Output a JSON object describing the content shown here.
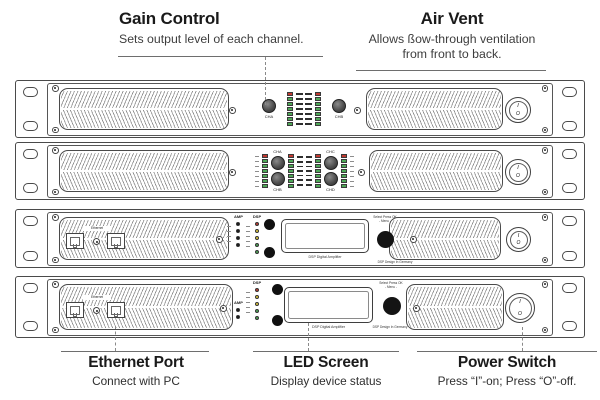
{
  "callouts": {
    "gain_control": {
      "title": "Gain Control",
      "desc": "Sets output level of each channel."
    },
    "air_vent": {
      "title": "Air Vent",
      "desc_line1": "Allows ßow-through ventilation",
      "desc_line2": "from front to back."
    },
    "ethernet_port": {
      "title": "Ethernet Port",
      "desc": "Connect with PC"
    },
    "led_screen": {
      "title": "LED Screen",
      "desc": "Display device status"
    },
    "power_switch": {
      "title": "Power Switch",
      "desc": "Press “I”-on; Press “O”-off."
    }
  },
  "panels": {
    "amp_2ch": {
      "knob_a": "CHA",
      "knob_b": "CHB"
    },
    "amp_4ch": {
      "knob_a": "CHA",
      "knob_b": "CHB",
      "knob_c": "CHC",
      "knob_d": "CHD"
    },
    "dsp_amp": {
      "amp_header": "AMP",
      "dsp_header": "DSP",
      "ethernet_label": "Ethernet",
      "screen_caption": "DSP Digital Amplifier",
      "encoder_caption_line1": "Select Press OK",
      "encoder_caption_line2": "- Menu -",
      "brand_note": "DSP Design In Germany"
    }
  },
  "power_glyphs": {
    "on": "I",
    "off": "O"
  },
  "meters": {
    "channel_column": [
      "red",
      "green",
      "green",
      "green",
      "green",
      "green",
      "green"
    ],
    "dsp_status": [
      "red",
      "yellow",
      "yellow",
      "green",
      "green"
    ],
    "amp_status_unit3": [
      "black",
      "black",
      "black",
      "black"
    ],
    "amp_status_unit4": [
      "black",
      "black"
    ]
  },
  "colors": {
    "led_red": "#c23a31",
    "led_green": "#4ea757",
    "led_yellow": "#e5cd3c",
    "outline": "#4a4a4a"
  }
}
